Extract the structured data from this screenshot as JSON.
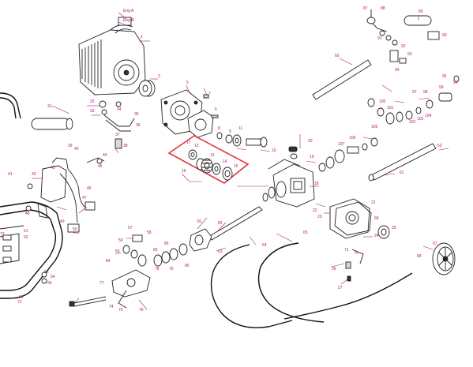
{
  "highlight": {
    "color": "#e8303a"
  },
  "colors": {
    "callout": "#b0167a",
    "line": "#222222",
    "background": "#ffffff"
  },
  "labels": {
    "engine": "1",
    "engine_label_a": "Eng A",
    "engine_label_b": "Eng B",
    "clutch_drum": "3",
    "clutch_cover": "5",
    "gasket": "6",
    "bolt_right_cover": "7",
    "gear_a": "8",
    "washer_a": "9",
    "gearbox_shaft": "10",
    "gear_upper": "11",
    "bearing_a": "12",
    "gear_mid": "13",
    "bearing_b": "14",
    "circlip": "15",
    "bearing_c": "16",
    "pinion": "17",
    "cap_plug": "20",
    "breather": "19",
    "seal_a": "18",
    "gearbox_cover": "21",
    "cover_gasket": "22",
    "cover_bolt": "23",
    "output_seal": "24",
    "output_flange": "25",
    "side_bracket": "26",
    "stud": "27",
    "handle_grip": "31",
    "throttle_bracket": "32",
    "screw_a": "33",
    "screw_b": "34",
    "nut_a": "35",
    "throttle_lever": "36",
    "spring": "37",
    "knob": "38",
    "plug_cap": "39",
    "wire_loop": "40",
    "bracket_plate": "41",
    "clip_a": "42",
    "hose_clip": "43",
    "connector": "44",
    "tube_long": "45",
    "drive_shaft": "46",
    "tube_lower": "47",
    "washer_b": "48",
    "nut_b": "49",
    "gear_set_b": "50",
    "housing_b": "51",
    "bearing_d": "52",
    "seal_b": "53",
    "ring_a": "54",
    "bolt_long": "55",
    "spacer": "56",
    "valve_body": "57",
    "sleeve": "58",
    "cap_b": "59",
    "tube_upper": "60",
    "tube_right": "61",
    "seal_c": "62",
    "hose_a": "63",
    "hose_b": "64",
    "cable": "65",
    "wheel": "67",
    "fitting_a": "68",
    "gear_teeth": "69",
    "bolt_b": "70",
    "ring_b": "71",
    "frame": "72",
    "frame_small": "73",
    "spring_b": "74",
    "bolt_c": "75",
    "washer_c": "76",
    "nut_c": "77",
    "cap_c": "78",
    "wire_b": "79",
    "wire_c": "80",
    "nut_d": "81",
    "sleeve_b": "82",
    "pin_a": "83",
    "pin_b": "84",
    "shaft_end": "85",
    "bush": "86",
    "nozzle": "87",
    "fitting_b": "88",
    "sleeve_c": "89",
    "grip_top": "90",
    "key": "91",
    "pipe_top": "92",
    "pipe_bend": "93",
    "filter": "94",
    "valve_top": "95",
    "seal_d": "96",
    "seal_e": "97",
    "seal_f": "98",
    "spring_c": "99",
    "nut_e": "100",
    "misc_a": "101",
    "misc_b": "102",
    "misc_c": "103",
    "misc_d": "104",
    "misc_e": "105",
    "misc_f": "106",
    "misc_g": "107"
  }
}
